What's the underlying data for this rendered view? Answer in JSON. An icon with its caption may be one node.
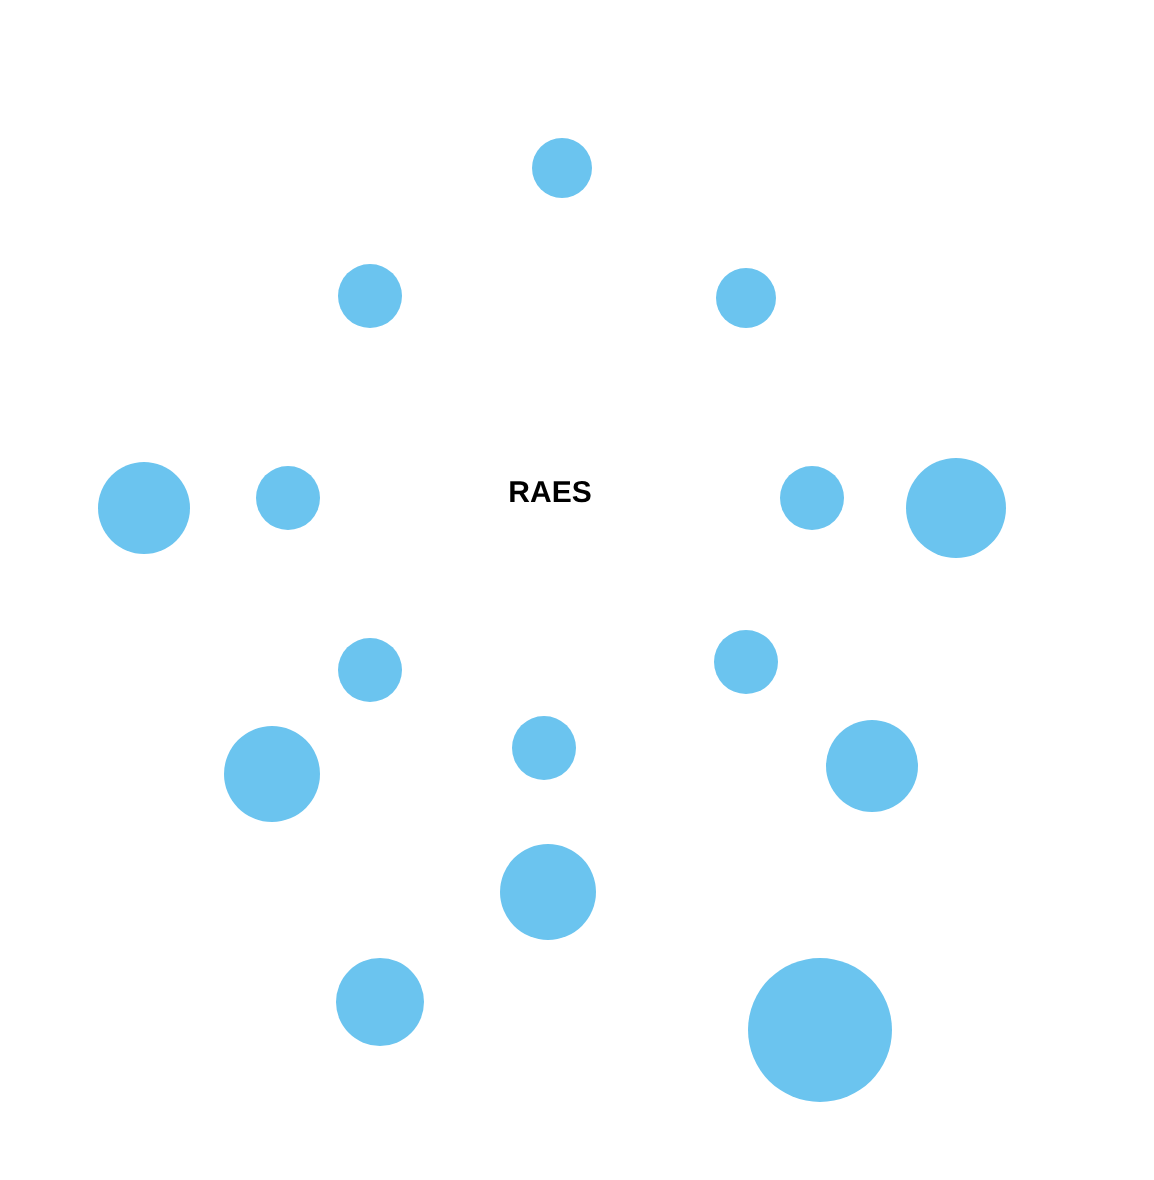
{
  "diagram": {
    "nodes": [
      {
        "text": [],
        "shape": "circle"
      },
      {
        "text": [],
        "shape": "circle"
      },
      {
        "text": [],
        "shape": "circle"
      },
      {
        "text": [
          "RAES"
        ]
      },
      {
        "text": [],
        "shape": "circle"
      },
      {
        "text": [],
        "shape": "circle"
      },
      {
        "text": [],
        "shape": "circle"
      },
      {
        "text": [],
        "shape": "circle"
      },
      {
        "text": [],
        "shape": "circle"
      },
      {
        "text": [],
        "shape": "circle"
      },
      {
        "text": [],
        "shape": "circle"
      },
      {
        "text": [],
        "shape": "circle"
      },
      {
        "text": [],
        "shape": "circle"
      },
      {
        "text": [],
        "shape": "circle"
      },
      {
        "text": [],
        "shape": "circle"
      },
      {
        "text": [],
        "shape": "circle"
      }
    ]
  }
}
